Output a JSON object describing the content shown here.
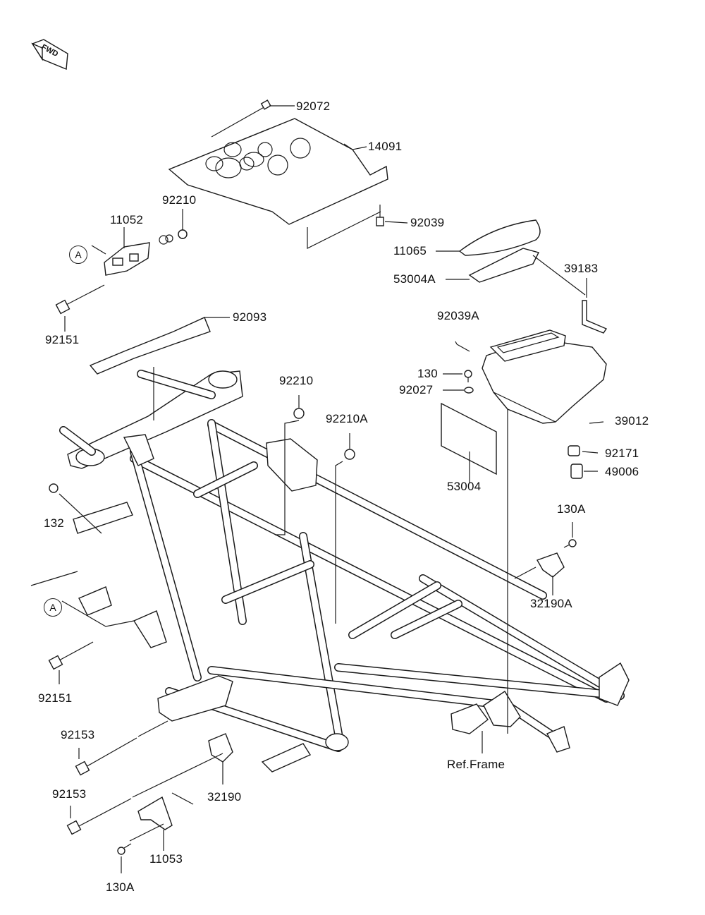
{
  "diagram": {
    "fwd_label": "FWD",
    "callout_symbol": "A",
    "ref_label": "Ref.Frame",
    "parts": [
      {
        "id": "p92072",
        "number": "92072"
      },
      {
        "id": "p14091",
        "number": "14091"
      },
      {
        "id": "p92210_top",
        "number": "92210"
      },
      {
        "id": "p11052",
        "number": "11052"
      },
      {
        "id": "p92039",
        "number": "92039"
      },
      {
        "id": "p11065",
        "number": "11065"
      },
      {
        "id": "p53004A",
        "number": "53004A"
      },
      {
        "id": "p39183",
        "number": "39183"
      },
      {
        "id": "p92151_top",
        "number": "92151"
      },
      {
        "id": "p92093",
        "number": "92093"
      },
      {
        "id": "p92039A",
        "number": "92039A"
      },
      {
        "id": "p130",
        "number": "130"
      },
      {
        "id": "p92027",
        "number": "92027"
      },
      {
        "id": "p92210_mid",
        "number": "92210"
      },
      {
        "id": "p92210A",
        "number": "92210A"
      },
      {
        "id": "p39012",
        "number": "39012"
      },
      {
        "id": "p92171",
        "number": "92171"
      },
      {
        "id": "p49006",
        "number": "49006"
      },
      {
        "id": "p53004",
        "number": "53004"
      },
      {
        "id": "p132",
        "number": "132"
      },
      {
        "id": "p130A_right",
        "number": "130A"
      },
      {
        "id": "p32190A",
        "number": "32190A"
      },
      {
        "id": "p92151_bottom",
        "number": "92151"
      },
      {
        "id": "p92153_a",
        "number": "92153"
      },
      {
        "id": "p92153_b",
        "number": "92153"
      },
      {
        "id": "p32190",
        "number": "32190"
      },
      {
        "id": "p11053",
        "number": "11053"
      },
      {
        "id": "p130A_bottom",
        "number": "130A"
      }
    ]
  }
}
